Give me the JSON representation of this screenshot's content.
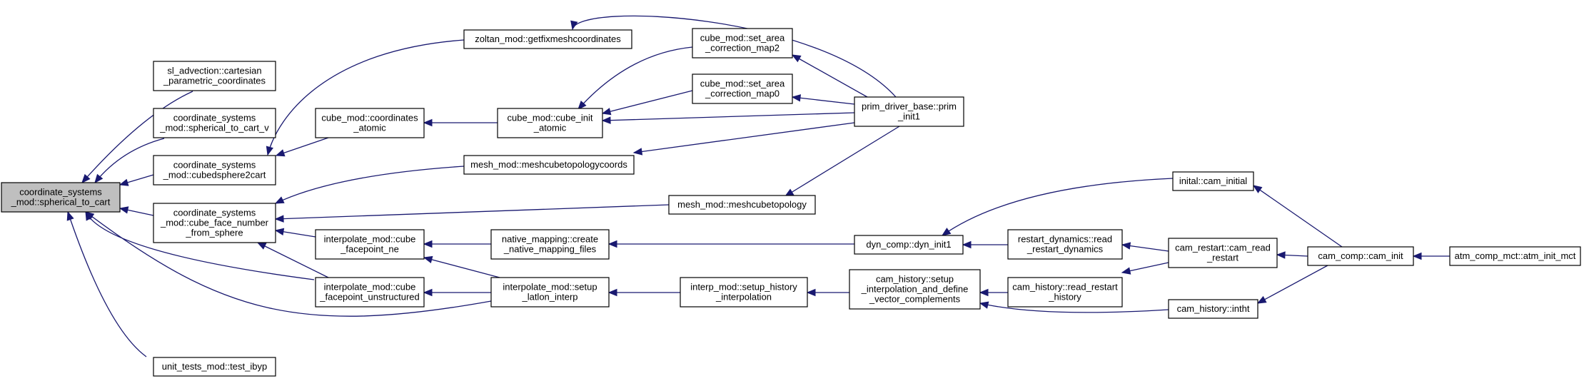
{
  "colors": {
    "edge": "#191970",
    "root_fill": "#bfbfbf",
    "node_fill": "#ffffff",
    "border": "#000000"
  },
  "nodes": [
    {
      "id": "root",
      "lines": [
        "coordinate_systems",
        "_mod::spherical_to_cart"
      ],
      "root": true
    },
    {
      "id": "sl",
      "lines": [
        "sl_advection::cartesian",
        "_parametric_coordinates"
      ]
    },
    {
      "id": "csv",
      "lines": [
        "coordinate_systems",
        "_mod::spherical_to_cart_v"
      ]
    },
    {
      "id": "cube2cart",
      "lines": [
        "coordinate_systems",
        "_mod::cubedsphere2cart"
      ]
    },
    {
      "id": "facenum",
      "lines": [
        "coordinate_systems",
        "_mod::cube_face_number",
        "_from_sphere"
      ]
    },
    {
      "id": "ibyp",
      "lines": [
        "unit_tests_mod::test_ibyp"
      ]
    },
    {
      "id": "zoltan",
      "lines": [
        "zoltan_mod::getfixmeshcoordinates"
      ]
    },
    {
      "id": "cubecoord",
      "lines": [
        "cube_mod::coordinates",
        "_atomic"
      ]
    },
    {
      "id": "cubeinit",
      "lines": [
        "cube_mod::cube_init",
        "_atomic"
      ]
    },
    {
      "id": "map2",
      "lines": [
        "cube_mod::set_area",
        "_correction_map2"
      ]
    },
    {
      "id": "map0",
      "lines": [
        "cube_mod::set_area",
        "_correction_map0"
      ]
    },
    {
      "id": "prim",
      "lines": [
        "prim_driver_base::prim",
        "_init1"
      ]
    },
    {
      "id": "meshcoords",
      "lines": [
        "mesh_mod::meshcubetopologycoords"
      ]
    },
    {
      "id": "meshtopo",
      "lines": [
        "mesh_mod::meshcubetopology"
      ]
    },
    {
      "id": "fpne",
      "lines": [
        "interpolate_mod::cube",
        "_facepoint_ne"
      ]
    },
    {
      "id": "fpun",
      "lines": [
        "interpolate_mod::cube",
        "_facepoint_unstructured"
      ]
    },
    {
      "id": "natmap",
      "lines": [
        "native_mapping::create",
        "_native_mapping_files"
      ]
    },
    {
      "id": "latlon",
      "lines": [
        "interpolate_mod::setup",
        "_latlon_interp"
      ]
    },
    {
      "id": "histinterp",
      "lines": [
        "interp_mod::setup_history",
        "_interpolation"
      ]
    },
    {
      "id": "camhist",
      "lines": [
        "cam_history::setup",
        "_interpolation_and_define",
        "_vector_complements"
      ]
    },
    {
      "id": "dyninit",
      "lines": [
        "dyn_comp::dyn_init1"
      ]
    },
    {
      "id": "readdyn",
      "lines": [
        "restart_dynamics::read",
        "_restart_dynamics"
      ]
    },
    {
      "id": "readhist",
      "lines": [
        "cam_history::read_restart",
        "_history"
      ]
    },
    {
      "id": "intht",
      "lines": [
        "cam_history::intht"
      ]
    },
    {
      "id": "initial",
      "lines": [
        "inital::cam_initial"
      ]
    },
    {
      "id": "camread",
      "lines": [
        "cam_restart::cam_read",
        "_restart"
      ]
    },
    {
      "id": "caminit",
      "lines": [
        "cam_comp::cam_init"
      ]
    },
    {
      "id": "atm",
      "lines": [
        "atm_comp_mct::atm_init_mct"
      ]
    }
  ],
  "edges": [
    [
      "sl",
      "root"
    ],
    [
      "csv",
      "root"
    ],
    [
      "cube2cart",
      "root"
    ],
    [
      "facenum",
      "root"
    ],
    [
      "ibyp",
      "root"
    ],
    [
      "fpun",
      "root"
    ],
    [
      "latlon",
      "root"
    ],
    [
      "zoltan",
      "cube2cart"
    ],
    [
      "cubecoord",
      "cube2cart"
    ],
    [
      "cubeinit",
      "cubecoord"
    ],
    [
      "map2",
      "cubeinit"
    ],
    [
      "map0",
      "cubeinit"
    ],
    [
      "prim",
      "cubeinit"
    ],
    [
      "prim",
      "map2"
    ],
    [
      "prim",
      "map0"
    ],
    [
      "prim",
      "zoltan"
    ],
    [
      "meshcoords",
      "facenum"
    ],
    [
      "meshtopo",
      "facenum"
    ],
    [
      "fpne",
      "facenum"
    ],
    [
      "fpun",
      "facenum"
    ],
    [
      "prim",
      "meshcoords"
    ],
    [
      "prim",
      "meshtopo"
    ],
    [
      "natmap",
      "fpne"
    ],
    [
      "latlon",
      "fpne"
    ],
    [
      "latlon",
      "fpun"
    ],
    [
      "histinterp",
      "latlon"
    ],
    [
      "camhist",
      "histinterp"
    ],
    [
      "dyninit",
      "natmap"
    ],
    [
      "initial",
      "dyninit"
    ],
    [
      "readdyn",
      "dyninit"
    ],
    [
      "readhist",
      "camhist"
    ],
    [
      "intht",
      "camhist"
    ],
    [
      "camread",
      "readdyn"
    ],
    [
      "camread",
      "readhist"
    ],
    [
      "caminit",
      "initial"
    ],
    [
      "caminit",
      "camread"
    ],
    [
      "caminit",
      "intht"
    ],
    [
      "atm",
      "caminit"
    ]
  ]
}
